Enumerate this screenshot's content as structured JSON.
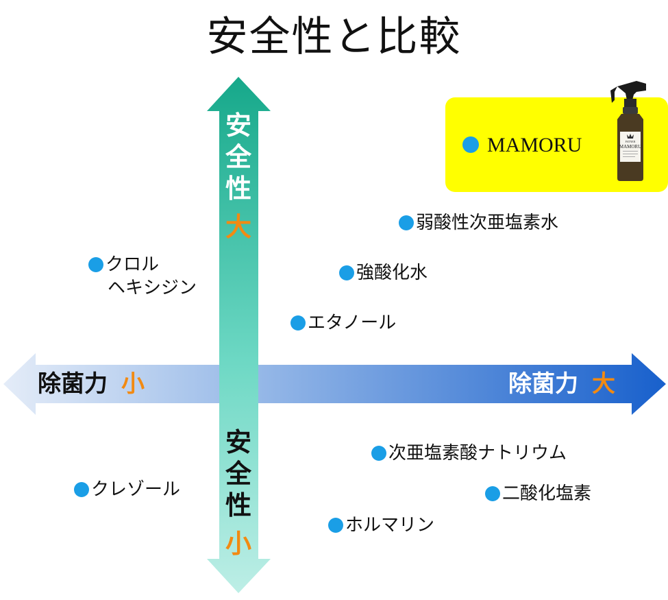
{
  "title": "安全性と比較",
  "axes": {
    "horizontal": {
      "left_label": "除菌力",
      "left_degree": "小",
      "right_label": "除菌力",
      "right_degree": "大"
    },
    "vertical": {
      "top_label": [
        "安",
        "全",
        "性"
      ],
      "top_degree": "大",
      "bottom_label": [
        "安",
        "全",
        "性"
      ],
      "bottom_degree": "小"
    }
  },
  "highlight": {
    "label": "MAMORU",
    "bottle_brand": "MAMORU",
    "bottle_sub": "PATNER"
  },
  "items": [
    {
      "line1": "弱酸性次亜塩素水"
    },
    {
      "line1": "強酸化水"
    },
    {
      "line1": "クロル",
      "line2": "ヘキシジン"
    },
    {
      "line1": "エタノール"
    },
    {
      "line1": "次亜塩素酸ナトリウム"
    },
    {
      "line1": "クレゾール"
    },
    {
      "line1": "二酸化塩素"
    },
    {
      "line1": "ホルマリン"
    }
  ],
  "colors": {
    "vertical_arrow_top": "#1aac8e",
    "vertical_arrow_bottom": "#b4ece4",
    "horizontal_arrow_left": "#dbe6f6",
    "horizontal_arrow_right": "#1864cc",
    "accent_orange": "#f28a12",
    "dot_blue": "#1a9ee6",
    "highlight_yellow": "#ffff00"
  },
  "icons": {
    "bullet": "blue-dot-icon",
    "product": "spray-bottle-icon"
  }
}
